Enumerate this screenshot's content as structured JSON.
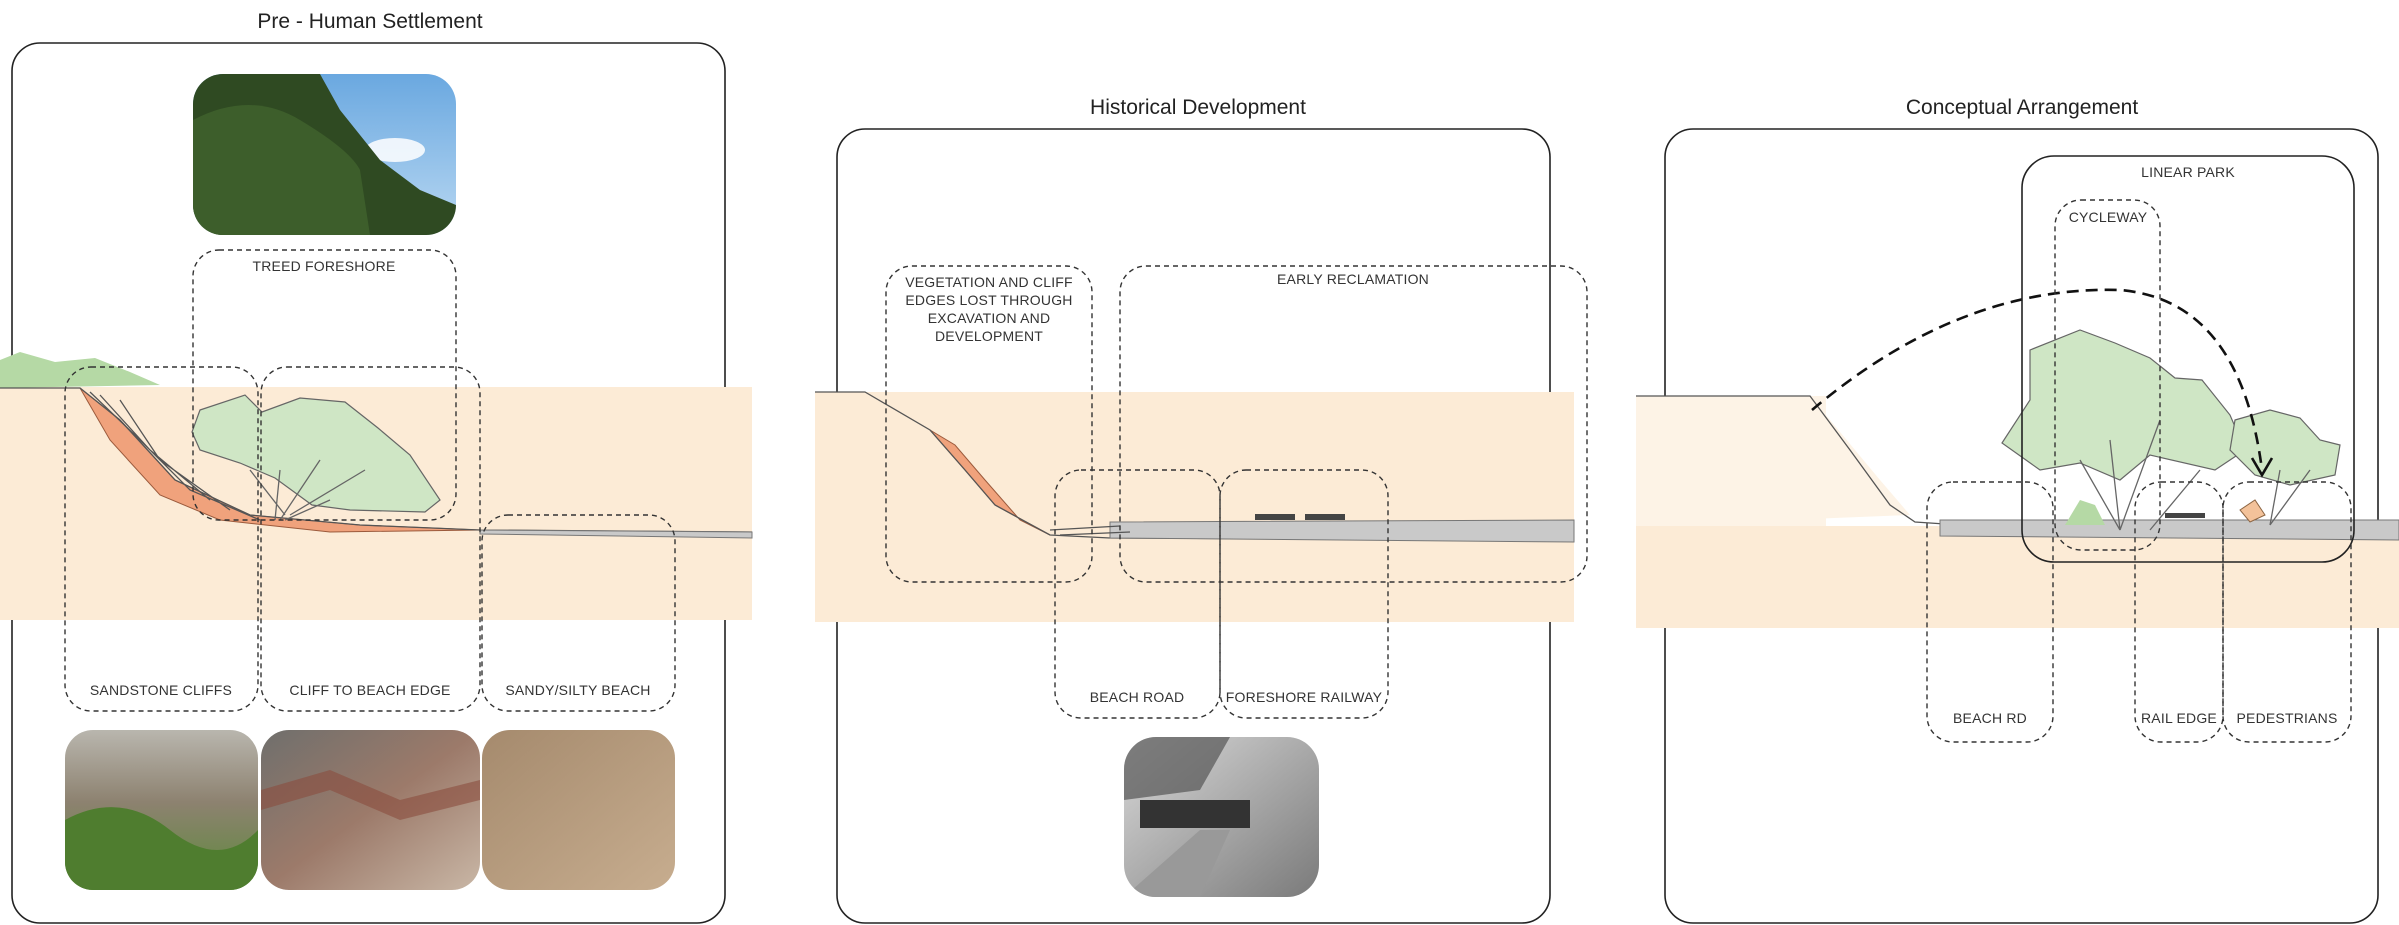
{
  "panels": [
    {
      "title": "Pre - Human Settlement",
      "labels": {
        "treed_foreshore": "TREED FORESHORE",
        "sandstone_cliffs": "SANDSTONE CLIFFS",
        "cliff_to_beach_edge": "CLIFF TO BEACH EDGE",
        "sandy_silty_beach": "SANDY/SILTY BEACH"
      }
    },
    {
      "title": "Historical Development",
      "labels": {
        "vegetation_line1": "VEGETATION AND CLIFF",
        "vegetation_line2": "EDGES LOST THROUGH",
        "vegetation_line3": "EXCAVATION AND",
        "vegetation_line4": "DEVELOPMENT",
        "early_reclamation": "EARLY RECLAMATION",
        "beach_road": "BEACH ROAD",
        "foreshore_railway": "FORESHORE RAILWAY"
      }
    },
    {
      "title": "Conceptual Arrangement",
      "labels": {
        "linear_park": "LINEAR PARK",
        "cycleway": "CYCLEWAY",
        "beach_rd": "BEACH RD",
        "rail_edge": "RAIL EDGE",
        "pedestrians": "PEDESTRIANS"
      }
    }
  ],
  "colors": {
    "ground": "#fcebd6",
    "strata": "#f0a27c",
    "vegetation": "#cfe6c5",
    "road": "#c9c9c9"
  }
}
